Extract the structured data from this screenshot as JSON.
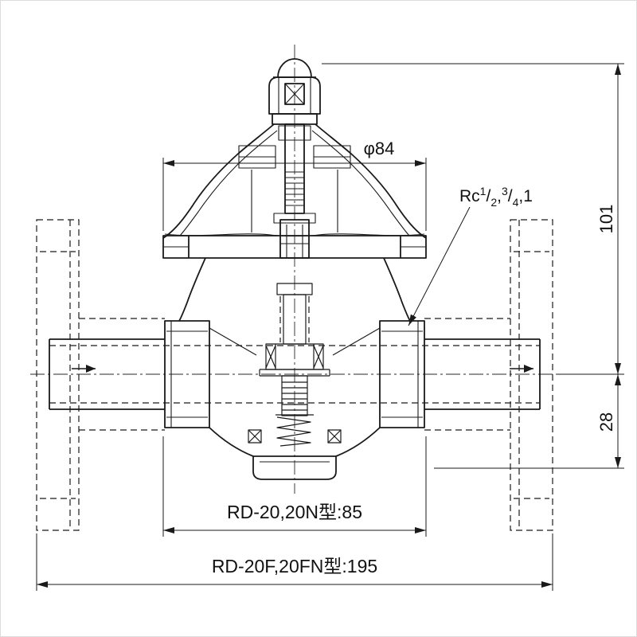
{
  "labels": {
    "diameter": "φ84",
    "thread_parts": [
      "Rc",
      "1",
      "/",
      "2",
      ",",
      "3",
      "/",
      "4",
      ",1"
    ],
    "height_upper": "101",
    "height_lower": "28",
    "body_width": "RD-20,20N型:85",
    "overall_width": "RD-20F,20FN型:195"
  },
  "colors": {
    "line": "#1a1a1a",
    "background": "#ffffff"
  }
}
